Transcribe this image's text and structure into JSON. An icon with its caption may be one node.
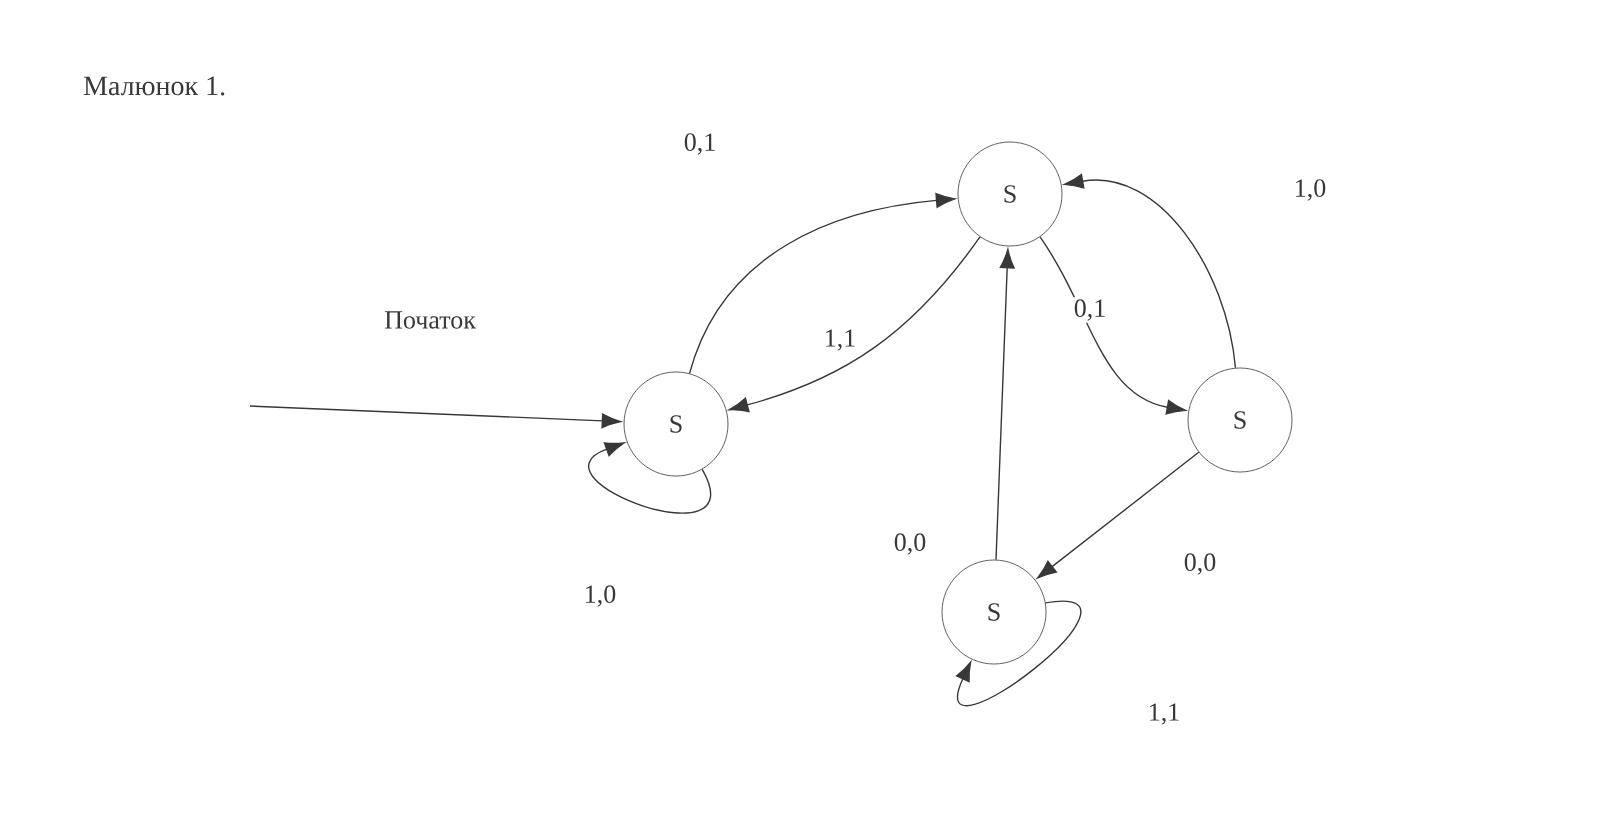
{
  "diagram": {
    "title": "Малюнок 1.",
    "nodes": [
      {
        "text": [
          "S"
        ]
      },
      {
        "text": [
          "S"
        ]
      },
      {
        "text": [
          "S"
        ]
      },
      {
        "text": [
          "S"
        ]
      }
    ],
    "edges": [
      {
        "from": null,
        "to": 0,
        "arrow": "to",
        "label": "Початок"
      },
      {
        "from": 0,
        "to": 0,
        "arrow": "to",
        "label": "1,0"
      },
      {
        "from": 0,
        "to": 1,
        "arrow": "to",
        "label": "0,1"
      },
      {
        "from": 1,
        "to": 0,
        "arrow": "to",
        "label": "1,1"
      },
      {
        "from": 1,
        "to": 2,
        "arrow": "to",
        "label": "0,1"
      },
      {
        "from": 2,
        "to": 1,
        "arrow": "to",
        "label": "1,0"
      },
      {
        "from": 3,
        "to": 1,
        "arrow": "to",
        "label": "0,0"
      },
      {
        "from": 2,
        "to": 3,
        "arrow": "to",
        "label": "0,0"
      },
      {
        "from": 3,
        "to": 3,
        "arrow": "to",
        "label": "1,1"
      }
    ]
  }
}
